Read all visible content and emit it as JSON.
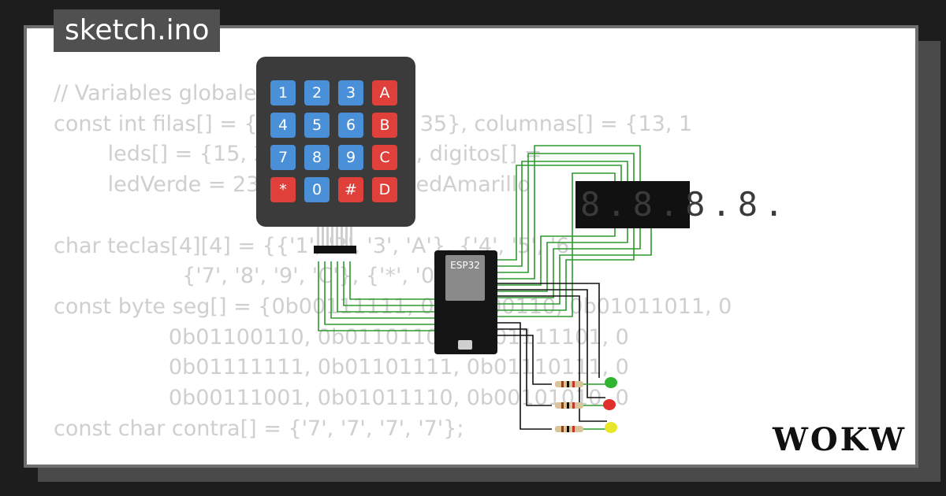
{
  "file": {
    "name": "sketch.ino"
  },
  "code": {
    "lines": [
      "// Variables globales",
      "const int filas[] = {26, 25, 33, 32, 35}, columnas[] = {13, 1",
      "        leds[] = {15, 2, 4, 16, 17, 5}, digitos[] =",
      "        ledVerde = 23, ledRojo = 3, ledAmarillo",
      "",
      "char teclas[4][4] = {{'1', '2', '3', 'A'}, {'4', '5', '6'",
      "                   {'7', '8', '9', 'C'}, {'*', '0', '#'",
      "const byte seg[] = {0b00111111, 0b00000110, 0b01011011, 0",
      "                 0b01100110, 0b01101101, 0b01111101, 0",
      "                 0b01111111, 0b01101111, 0b01110111, 0",
      "                 0b00111001, 0b01011110, 0b00101010, 0",
      "const char contra[] = {'7', '7', '7', '7'};"
    ]
  },
  "keypad": {
    "keys": [
      "1",
      "2",
      "3",
      "A",
      "4",
      "5",
      "6",
      "B",
      "7",
      "8",
      "9",
      "C",
      "*",
      "0",
      "#",
      "D"
    ],
    "key_color_number": "#4a90d9",
    "key_color_letter": "#e0403a"
  },
  "board": {
    "label": "ESP32"
  },
  "display": {
    "text": "8.8.8.8."
  },
  "leds": {
    "colors": [
      "#2fb52f",
      "#e0302a",
      "#e8e62a"
    ]
  },
  "brand": {
    "logo": "WOKWi"
  },
  "colors": {
    "wire_green": "#2e9a2e",
    "wire_black": "#111111",
    "panel_border": "#6e6e6e"
  }
}
